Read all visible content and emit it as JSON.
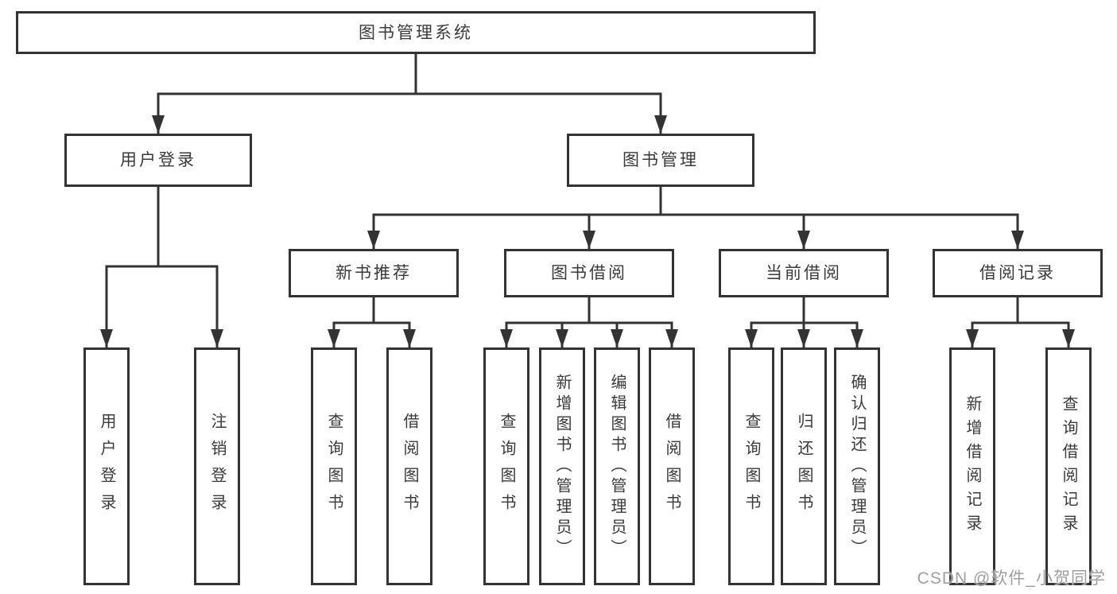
{
  "diagram": {
    "root": {
      "label": "图书管理系统",
      "children": [
        {
          "label": "用户登录",
          "children": [
            {
              "label": "用户登录"
            },
            {
              "label": "注销登录"
            }
          ]
        },
        {
          "label": "图书管理",
          "children": [
            {
              "label": "新书推荐",
              "children": [
                {
                  "label": "查询图书"
                },
                {
                  "label": "借阅图书"
                }
              ]
            },
            {
              "label": "图书借阅",
              "children": [
                {
                  "label": "查询图书"
                },
                {
                  "label": "新增图书（管理员）"
                },
                {
                  "label": "编辑图书（管理员）"
                },
                {
                  "label": "借阅图书"
                }
              ]
            },
            {
              "label": "当前借阅",
              "children": [
                {
                  "label": "查询图书"
                },
                {
                  "label": "归还图书"
                },
                {
                  "label": "确认归还（管理员）"
                }
              ]
            },
            {
              "label": "借阅记录",
              "children": [
                {
                  "label": "新增借阅记录"
                },
                {
                  "label": "查询借阅记录"
                }
              ]
            }
          ]
        }
      ]
    }
  },
  "watermark": {
    "text": "CSDN @软件_小贺同学"
  },
  "colors": {
    "line": "#333333",
    "box_border": "#333333",
    "text": "#3a3a3a",
    "watermark": "#9f9f9f",
    "background": "#ffffff"
  }
}
